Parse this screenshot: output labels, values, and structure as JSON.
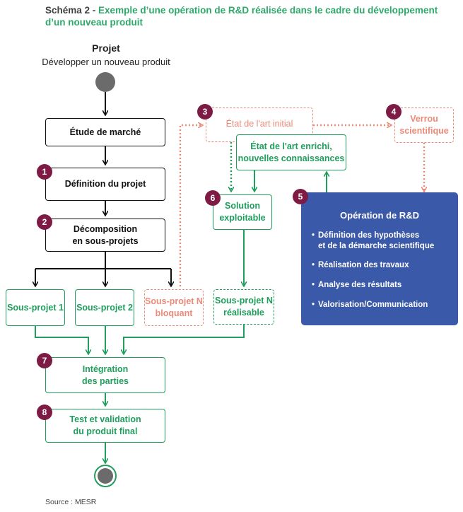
{
  "header": {
    "title_lead": "Schéma 2 - ",
    "title_rest": "Exemple d’une opération de R&D réalisée dans le cadre du développement d’un nouveau produit"
  },
  "project": {
    "title": "Projet",
    "subtitle": "Développer un nouveau produit"
  },
  "steps": {
    "etude": "Étude de marché",
    "definition": "Définition du projet",
    "decomposition": "Décomposition\nen sous-projets",
    "sp1": "Sous-projet 1",
    "sp2": "Sous-projet 2",
    "spn_bloquant": "Sous-projet N\nbloquant",
    "spn_realisable": "Sous-projet N\nréalisable",
    "integration": "Intégration\ndes parties",
    "test": "Test et validation\ndu produit final",
    "etat_initial": "État de l'art initial",
    "etat_enrichi": "État de l'art enrichi,\nnouvelles connaissances",
    "verrou": "Verrou\nscientifique",
    "solution": "Solution\nexploitable"
  },
  "badges": {
    "b1": "1",
    "b2": "2",
    "b3": "3",
    "b4": "4",
    "b5": "5",
    "b6": "6",
    "b7": "7",
    "b8": "8"
  },
  "rd": {
    "title": "Opération de R&D",
    "items": [
      "Définition des hypothèses\net de la démarche scientifique",
      "Réalisation des travaux",
      "Analyse des résultats",
      "Valorisation/Communication"
    ]
  },
  "colors": {
    "green": "#1f9e5c",
    "salmon": "#ec8a78",
    "blue": "#3a59a8",
    "badge": "#7d1b45",
    "black": "#111111"
  },
  "source": "Source : MESR"
}
